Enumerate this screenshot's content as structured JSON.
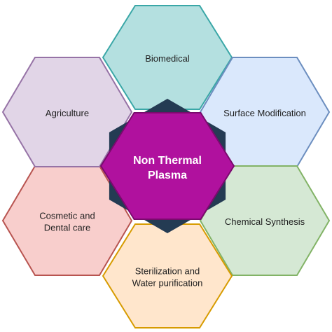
{
  "center": {
    "lines": [
      "Non Thermal",
      "Plasma"
    ],
    "fill": "#b0119e",
    "stroke": "#7a0a6d"
  },
  "star": {
    "fill": "#243b53"
  },
  "hexagons": [
    {
      "id": "biomedical",
      "lines": [
        "Biomedical"
      ],
      "fill": "#b4e0e0",
      "stroke": "#3aa7a7"
    },
    {
      "id": "surface-modification",
      "lines": [
        "Surface Modification"
      ],
      "fill": "#dae8fc",
      "stroke": "#6c8ebf"
    },
    {
      "id": "chemical-synthesis",
      "lines": [
        "Chemical Synthesis"
      ],
      "fill": "#d5e8d4",
      "stroke": "#82b366"
    },
    {
      "id": "sterilization",
      "lines": [
        "Sterilization and",
        "Water purification"
      ],
      "fill": "#ffe6cc",
      "stroke": "#d79b00"
    },
    {
      "id": "cosmetic",
      "lines": [
        "Cosmetic and",
        "Dental care"
      ],
      "fill": "#f8cecc",
      "stroke": "#b85450"
    },
    {
      "id": "agriculture",
      "lines": [
        "Agriculture"
      ],
      "fill": "#e1d5e7",
      "stroke": "#9673a6"
    }
  ]
}
